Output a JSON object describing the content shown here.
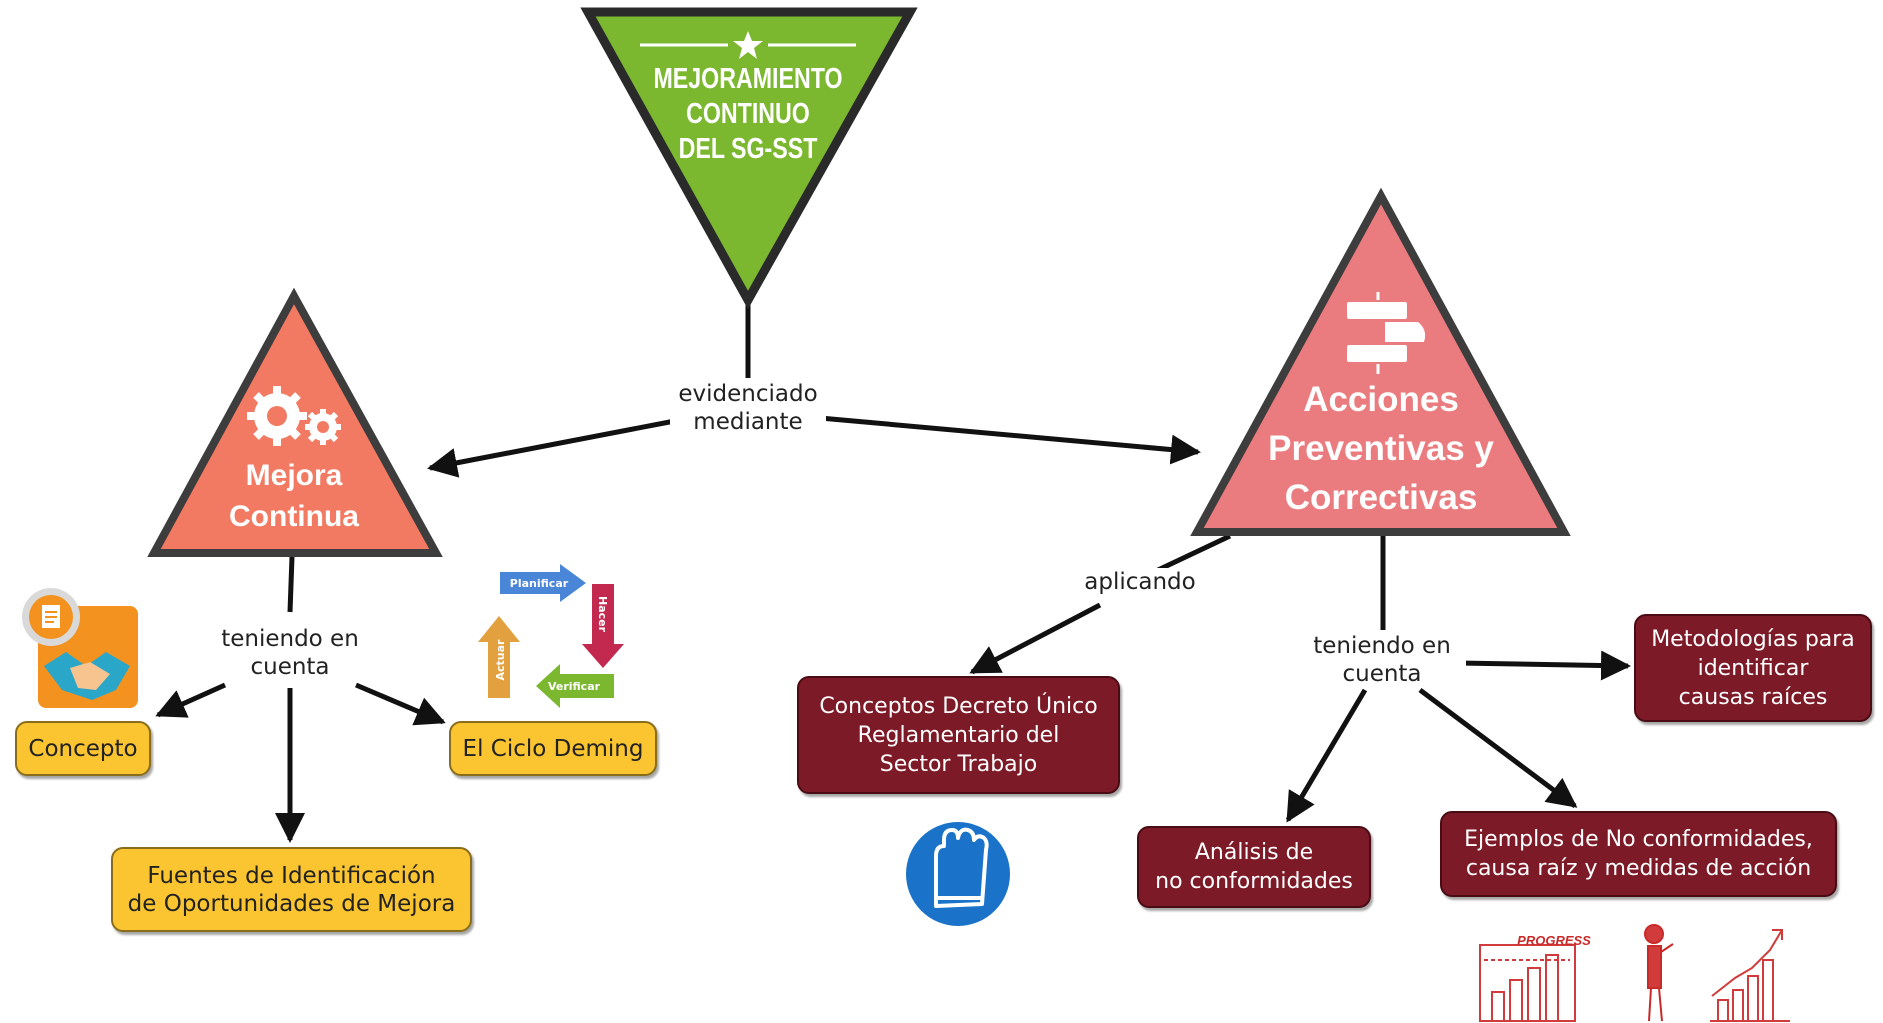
{
  "top": {
    "title": "MEJORAMIENTO\nCONTINUO\nDEL SG-SST"
  },
  "left_node": {
    "title": "Mejora\nContinua"
  },
  "right_node": {
    "title": "Acciones\nPreventivas y\nCorrectivas"
  },
  "links": {
    "main": "evidenciado\nmediante",
    "left": "teniendo en\ncuenta",
    "apply": "aplicando",
    "right": "teniendo en\ncuenta"
  },
  "concepts": {
    "concepto": "Concepto",
    "ciclo_deming": "El Ciclo Deming",
    "fuentes": "Fuentes de Identificación\nde Oportunidades de Mejora",
    "decreto": "Conceptos Decreto Único\nReglamentario del\nSector Trabajo",
    "metodologias": "Metodologías para\nidentificar\ncausas raíces",
    "analisis": "Análisis de\nno conformidades",
    "ejemplos": "Ejemplos de No conformidades,\ncausa raíz y medidas de acción"
  },
  "deming": {
    "plan": "Planificar",
    "do": "Hacer",
    "check": "Verificar",
    "act": "Actuar"
  },
  "progress_label": "PROGRESS",
  "icons": [
    "star-icon",
    "gears-icon",
    "handshake-icon",
    "document-icon",
    "hands-icon",
    "glove-icon",
    "progress-chart-icon",
    "person-icon",
    "growth-chart-icon"
  ],
  "colors": {
    "top_triangle": "#7cb82f",
    "left_triangle": "#f27a63",
    "right_triangle": "#ea7b7e",
    "yellow_box": "#fbc531",
    "red_box": "#7d1a27"
  }
}
